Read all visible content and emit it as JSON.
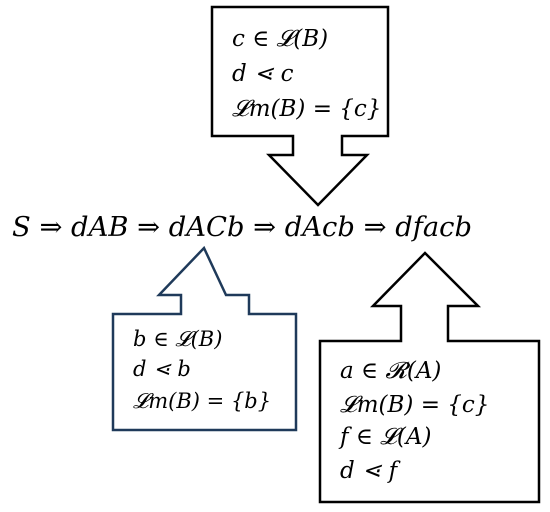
{
  "derivation": "S ⇒ dAB ⇒ dACb ⇒ dAcb ⇒ dfacb",
  "boxes": {
    "top": {
      "lines": [
        "c ∈ 𝓛(B)",
        "d ⋖ c",
        "𝓛m(B) = {c}"
      ]
    },
    "bottom_left": {
      "lines": [
        "b ∈ 𝓛(B)",
        "d ⋖ b",
        "𝓛m(B) = {b}"
      ],
      "border_color": "#1f3a5a"
    },
    "bottom_right": {
      "lines": [
        "a ∈ 𝓡(A)",
        "𝓛m(B) = {c}",
        "f ∈ 𝓛(A)",
        "d ⋖ f"
      ]
    }
  }
}
